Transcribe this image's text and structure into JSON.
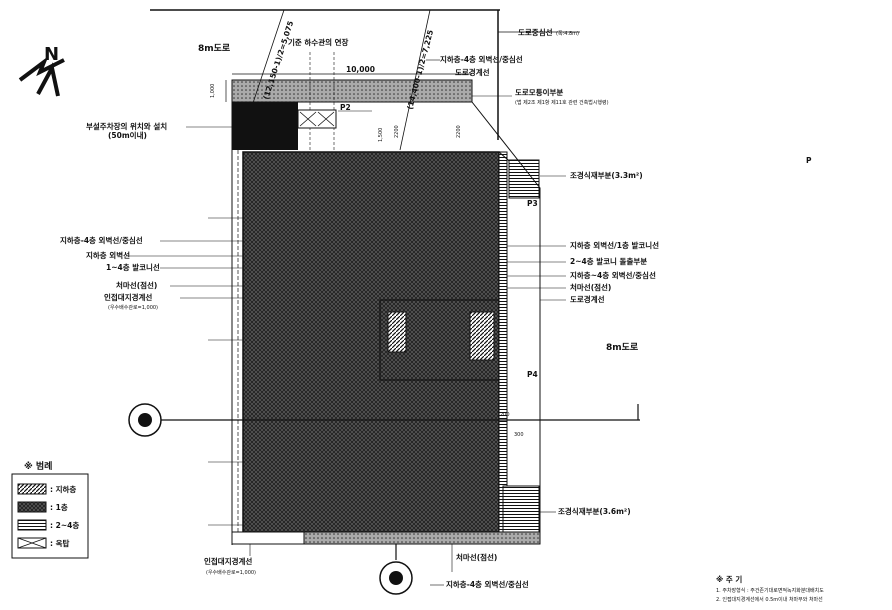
{
  "labels": {
    "north": "N",
    "road_top": "8m도로",
    "road_right": "8m도로",
    "dimension_10000": "10,000",
    "dimension_1000": "1,000",
    "dimension_2200a": "2200",
    "dimension_2200b": "2200",
    "dimension_1500": "1,500",
    "dimension_200": "200",
    "dimension_300": "300",
    "angle_line_left": "(12,150-1)/2=5,075",
    "angle_line_right": "(14,400-1)/2=7,225",
    "standard_water_depth": "기준 하수관의 연장",
    "underground_outer": "지하층-4층 외벽선/중심선",
    "road_boundary": "도로경계선",
    "road_center": "도로중심선",
    "road_center_sub": "(폭:4.8m)",
    "corner_cut": "도로모퉁이부분",
    "corner_cut_sub": "(법 제2조 제1항 제11호 관련 건축법시행령)",
    "p2": "P2",
    "p3": "P3",
    "p4": "P4",
    "p_far": "P",
    "parking_note": "부설주차장의 위치와 설치",
    "parking_note_sub": "(50m이내)",
    "landscape_top": "조경식재부분(3.3m²)",
    "landscape_bottom": "조경식재부분(3.6m²)",
    "left_l1": "지하층-4층 외벽선/중심선",
    "left_l2": "지하층 외벽선",
    "left_l3": "1~4층 발코니선",
    "left_l4": "처마선(점선)",
    "left_l5": "인접대지경계선",
    "left_l5_sub": "(우수배수관로=1,000)",
    "right_l1": "지하층 외벽선/1층 발코니선",
    "right_l2": "2~4층 발코니 돌출부분",
    "right_l3": "지하층~4층 외벽선/중심선",
    "right_l4": "처마선(점선)",
    "right_l5": "도로경계선",
    "bottom_boundary": "인접대지경계선",
    "bottom_boundary_sub": "(우수배수관로=1,000)",
    "bottom_eave": "처마선(점선)",
    "bottom_outer": "지하층-4층 외벽선/중심선",
    "legend_title": "※ 범례",
    "legend_items": [
      ": 지하층",
      ": 1층",
      ": 2~4층",
      ": 옥탑"
    ],
    "notes_title": "※ 주 기",
    "notes": [
      "1. 주차장형식 : 주건존기대로면적녹지화분대배치도",
      "2. 인접대지경계선에서 0.5m이내 처마부와 처마선"
    ]
  }
}
